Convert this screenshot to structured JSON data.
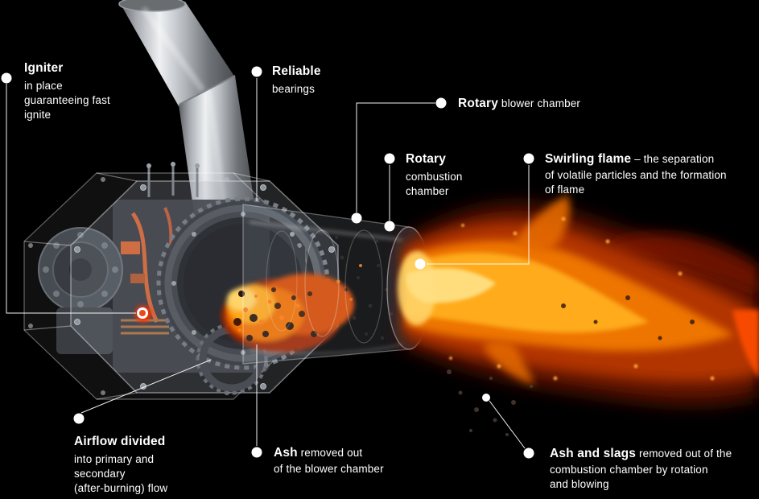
{
  "colors": {
    "background": "#000000",
    "text": "#ffffff",
    "callout_line": "#ffffff",
    "callout_dot": "#ffffff",
    "flame_core": "#ffe083",
    "flame_mid": "#ee7404",
    "flame_deep": "#8c1a00",
    "igniter_glow": "#ff3000",
    "metal": "#c7ccd1"
  },
  "callouts": {
    "igniter": {
      "bold": "Igniter",
      "text": "in place\nguaranteeing fast\nignite"
    },
    "bearings": {
      "bold": "Reliable",
      "text": "bearings"
    },
    "blower": {
      "bold": "Rotary",
      "text": "blower chamber"
    },
    "combustion": {
      "bold": "Rotary",
      "text": "combustion\nchamber"
    },
    "swirling": {
      "bold": "Swirling flame",
      "text": "– the separation\nof volatile particles and the formation\nof flame"
    },
    "airflow": {
      "bold": "Airflow divided",
      "text": "into primary and\nsecondary\n(after-burning) flow"
    },
    "ash": {
      "bold": "Ash",
      "text": "removed out\nof the blower chamber"
    },
    "ash_slags": {
      "bold": "Ash and slags",
      "text": "removed out of the\ncombustion chamber by rotation\nand blowing"
    }
  }
}
